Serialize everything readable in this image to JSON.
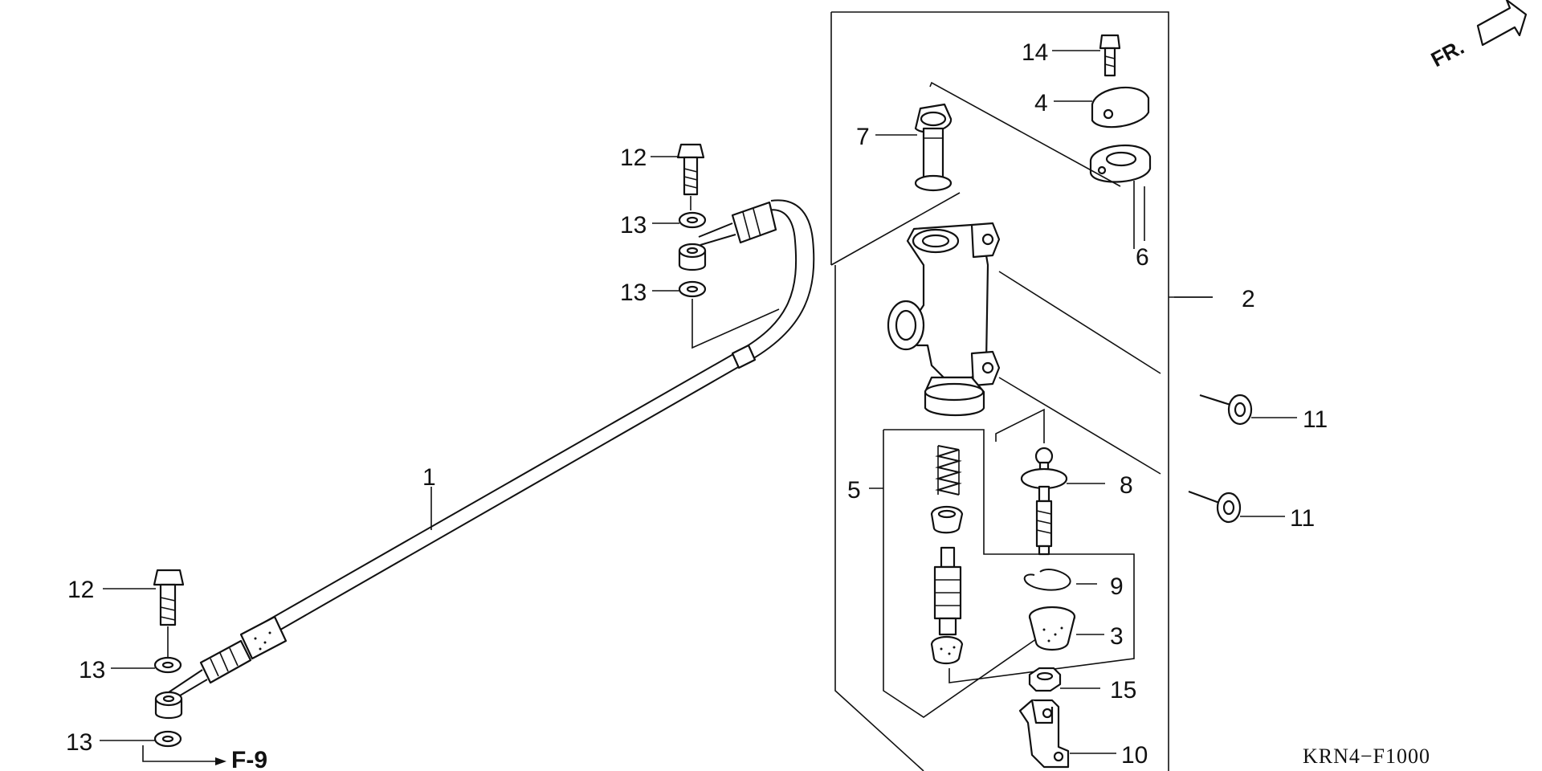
{
  "diagram": {
    "code": "KRN4−F1000",
    "direction_label": "FR.",
    "ref_label": "F-9",
    "callouts": {
      "c1": "1",
      "c2": "2",
      "c3": "3",
      "c4": "4",
      "c5": "5",
      "c6": "6",
      "c7": "7",
      "c8": "8",
      "c9": "9",
      "c10": "10",
      "c11a": "11",
      "c11b": "11",
      "c12a": "12",
      "c12b": "12",
      "c13a": "13",
      "c13b": "13",
      "c13c": "13",
      "c13d": "13",
      "c14": "14",
      "c15": "15"
    }
  }
}
